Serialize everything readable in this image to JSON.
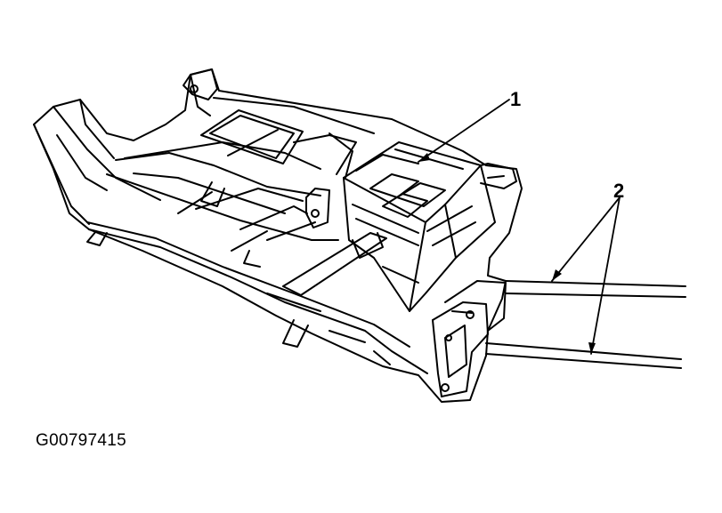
{
  "figure": {
    "id": "G00797415",
    "callouts": [
      {
        "label": "1"
      },
      {
        "label": "2"
      }
    ]
  },
  "colors": {
    "ink": "#000000",
    "paper": "#ffffff"
  }
}
